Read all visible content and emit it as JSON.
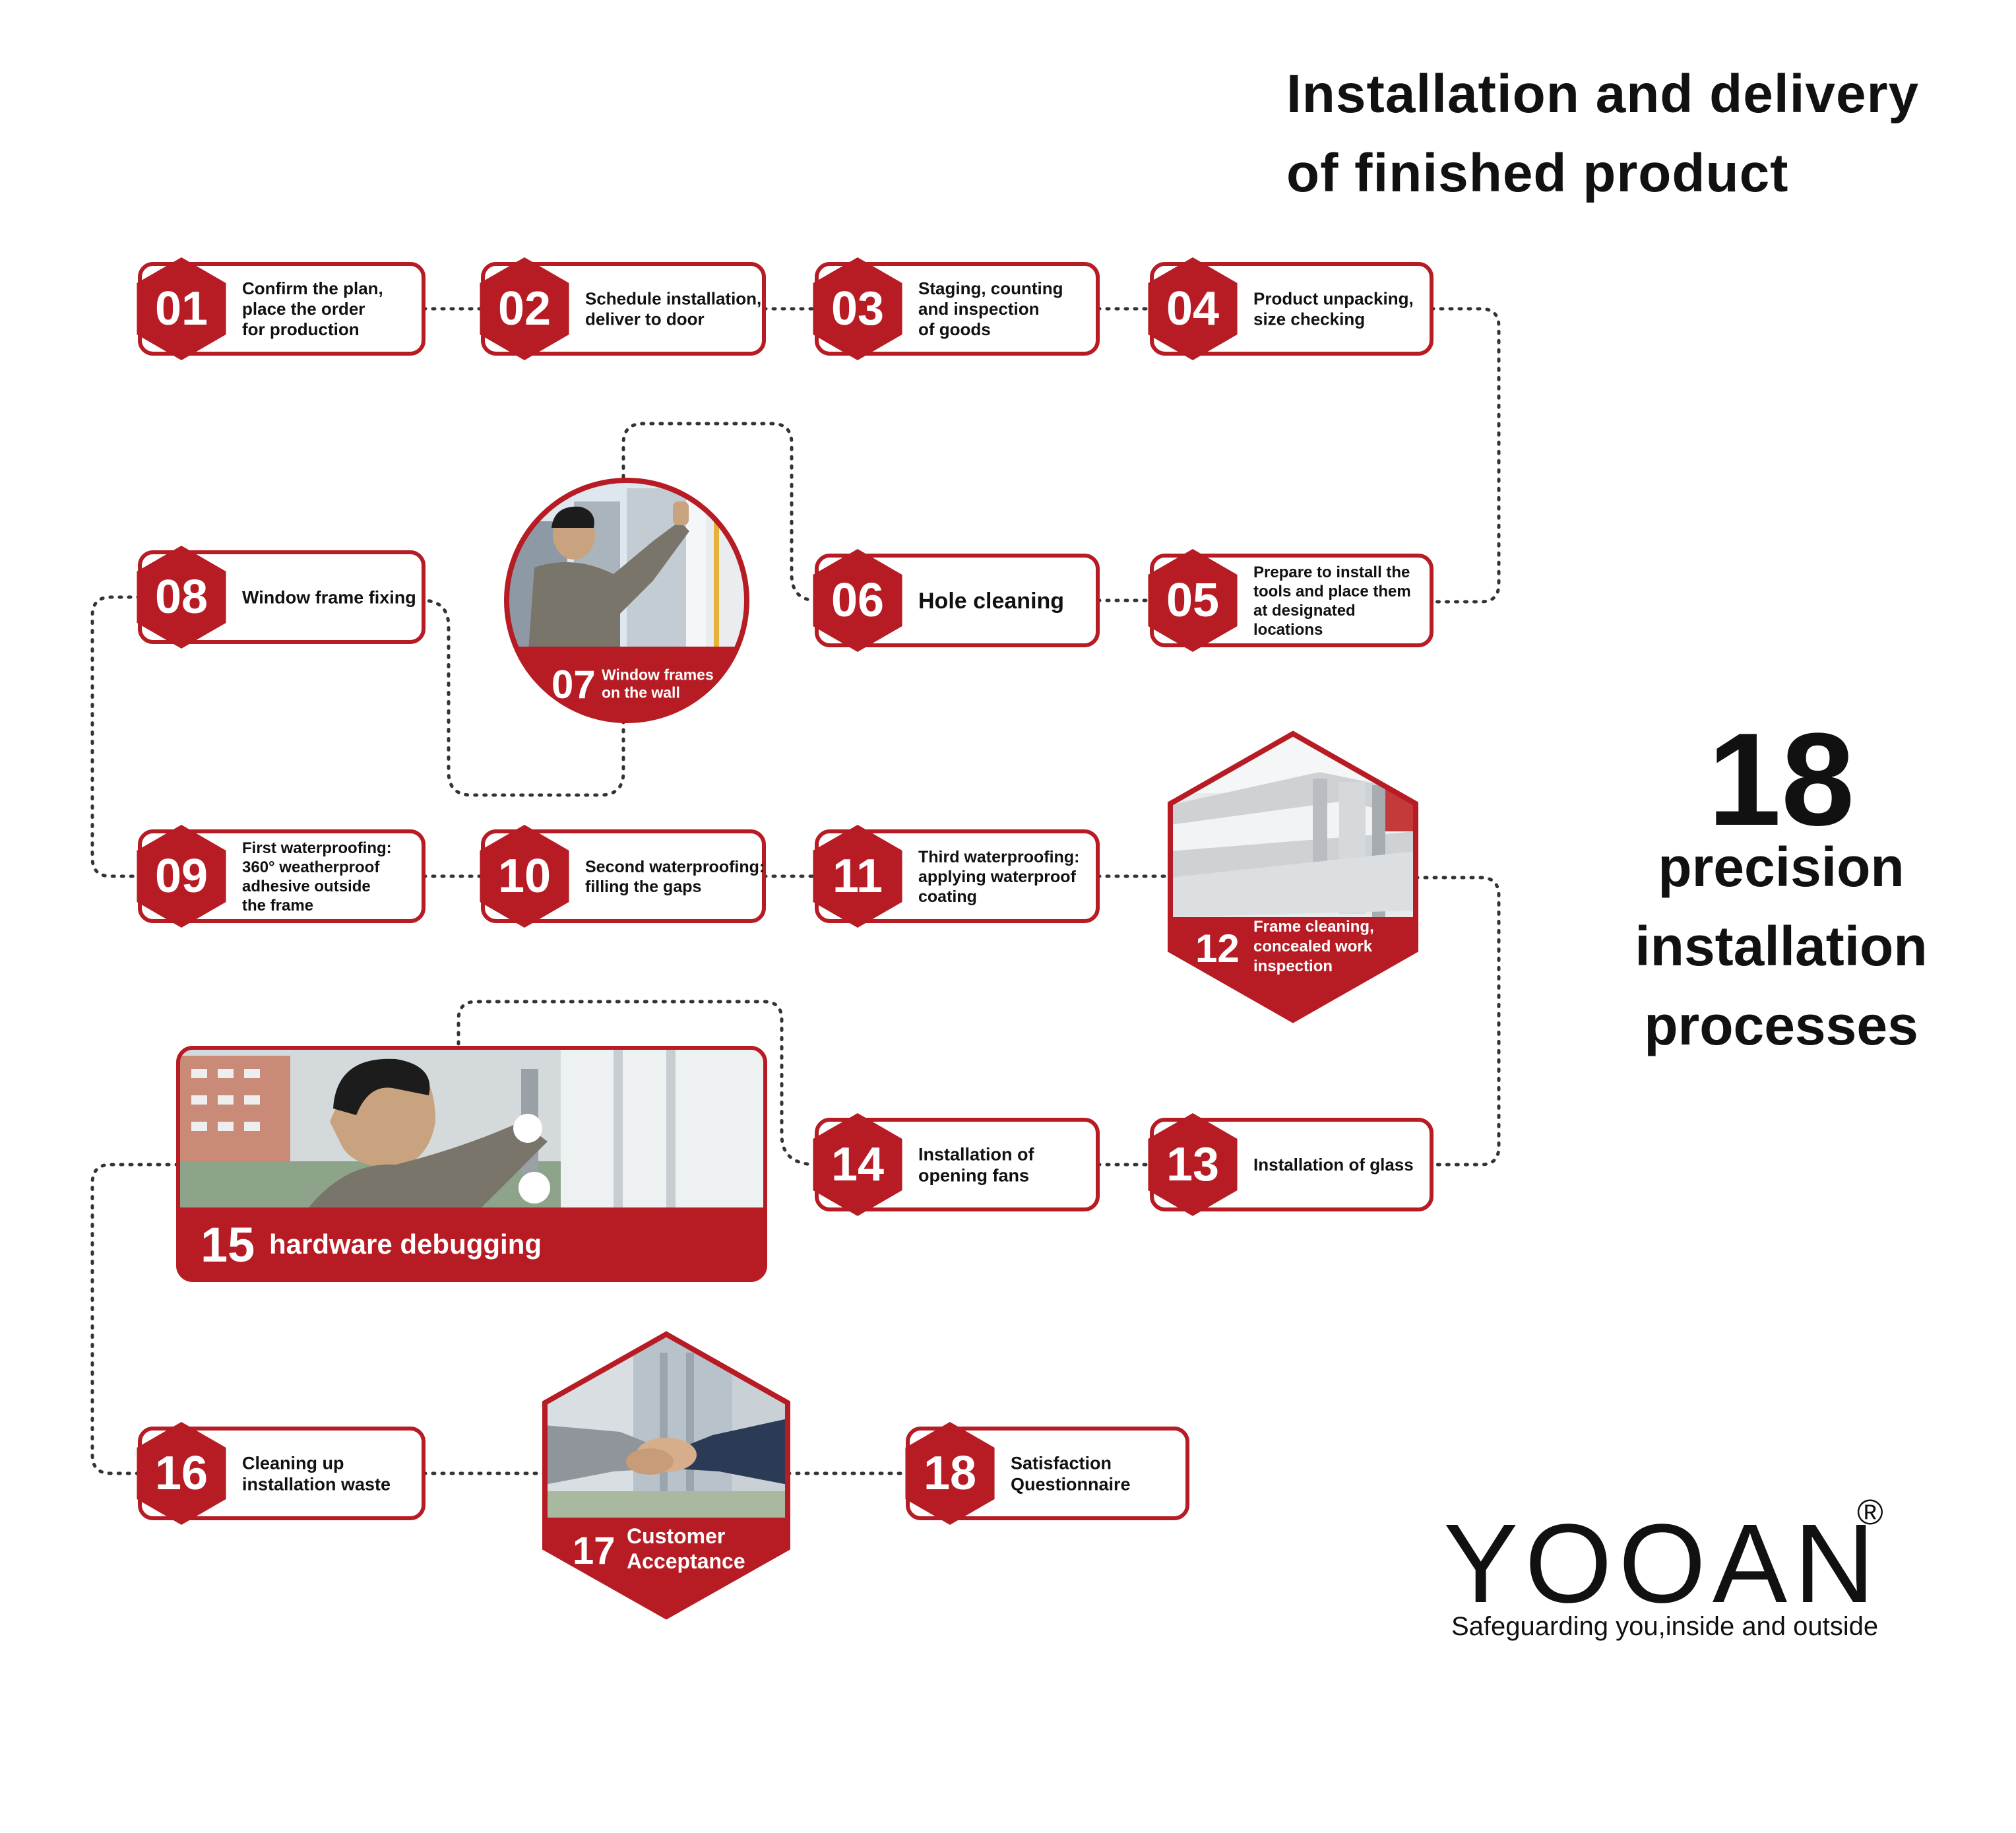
{
  "title": {
    "line1": "Installation and delivery",
    "line2": "of finished product"
  },
  "headline": {
    "number": "18",
    "line1": "precision",
    "line2": "installation",
    "line3": "processes"
  },
  "steps": [
    {
      "num": "01",
      "label": "Confirm the plan,\nplace the order\nfor production"
    },
    {
      "num": "02",
      "label": "Schedule installation,\ndeliver to door"
    },
    {
      "num": "03",
      "label": "Staging, counting\nand inspection\nof goods"
    },
    {
      "num": "04",
      "label": "Product unpacking,\nsize checking"
    },
    {
      "num": "05",
      "label": "Prepare to install the\ntools and place them\nat designated\nlocations"
    },
    {
      "num": "06",
      "label": "Hole cleaning"
    },
    {
      "num": "07",
      "label": "Window frames\non the wall"
    },
    {
      "num": "08",
      "label": "Window frame fixing"
    },
    {
      "num": "09",
      "label": "First waterproofing:\n360° weatherproof\nadhesive outside\nthe frame"
    },
    {
      "num": "10",
      "label": "Second waterproofing:\nfilling the gaps"
    },
    {
      "num": "11",
      "label": "Third waterproofing:\napplying waterproof\ncoating"
    },
    {
      "num": "12",
      "label": "Frame cleaning,\nconcealed work\ninspection"
    },
    {
      "num": "13",
      "label": "Installation of glass"
    },
    {
      "num": "14",
      "label": "Installation of\nopening fans"
    },
    {
      "num": "15",
      "label": "hardware debugging"
    },
    {
      "num": "16",
      "label": "Cleaning up\ninstallation waste"
    },
    {
      "num": "17",
      "label": "Customer\nAcceptance"
    },
    {
      "num": "18",
      "label": "Satisfaction\nQuestionnaire"
    }
  ],
  "brand": {
    "name": "YOOAN",
    "registered": "®",
    "tagline": "Safeguarding you,inside and outside"
  },
  "colors": {
    "accent": "#b71c24",
    "text": "#111111",
    "connector": "#333333"
  }
}
